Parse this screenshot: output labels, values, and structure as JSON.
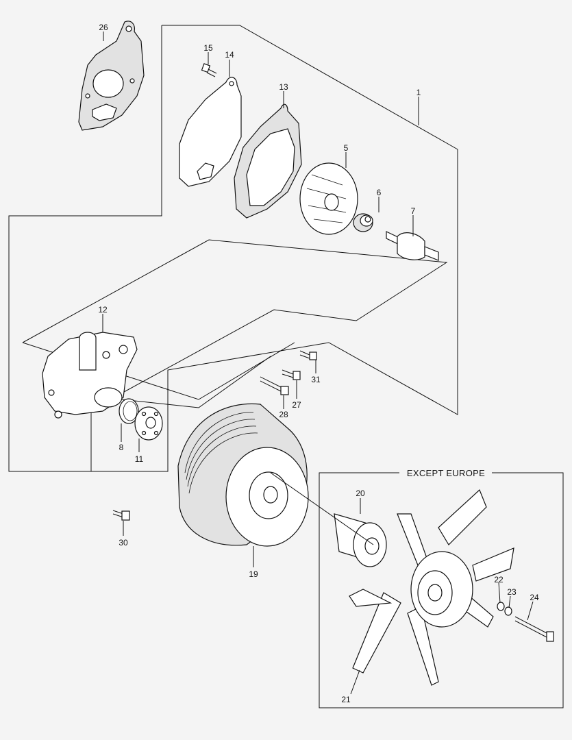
{
  "callouts": [
    "26",
    "15",
    "14",
    "13",
    "1",
    "5",
    "6",
    "7",
    "12",
    "31",
    "27",
    "28",
    "8",
    "11",
    "30",
    "19",
    "20",
    "22",
    "23",
    "24",
    "21"
  ],
  "except_box": {
    "title": "EXCEPT EUROPE"
  }
}
